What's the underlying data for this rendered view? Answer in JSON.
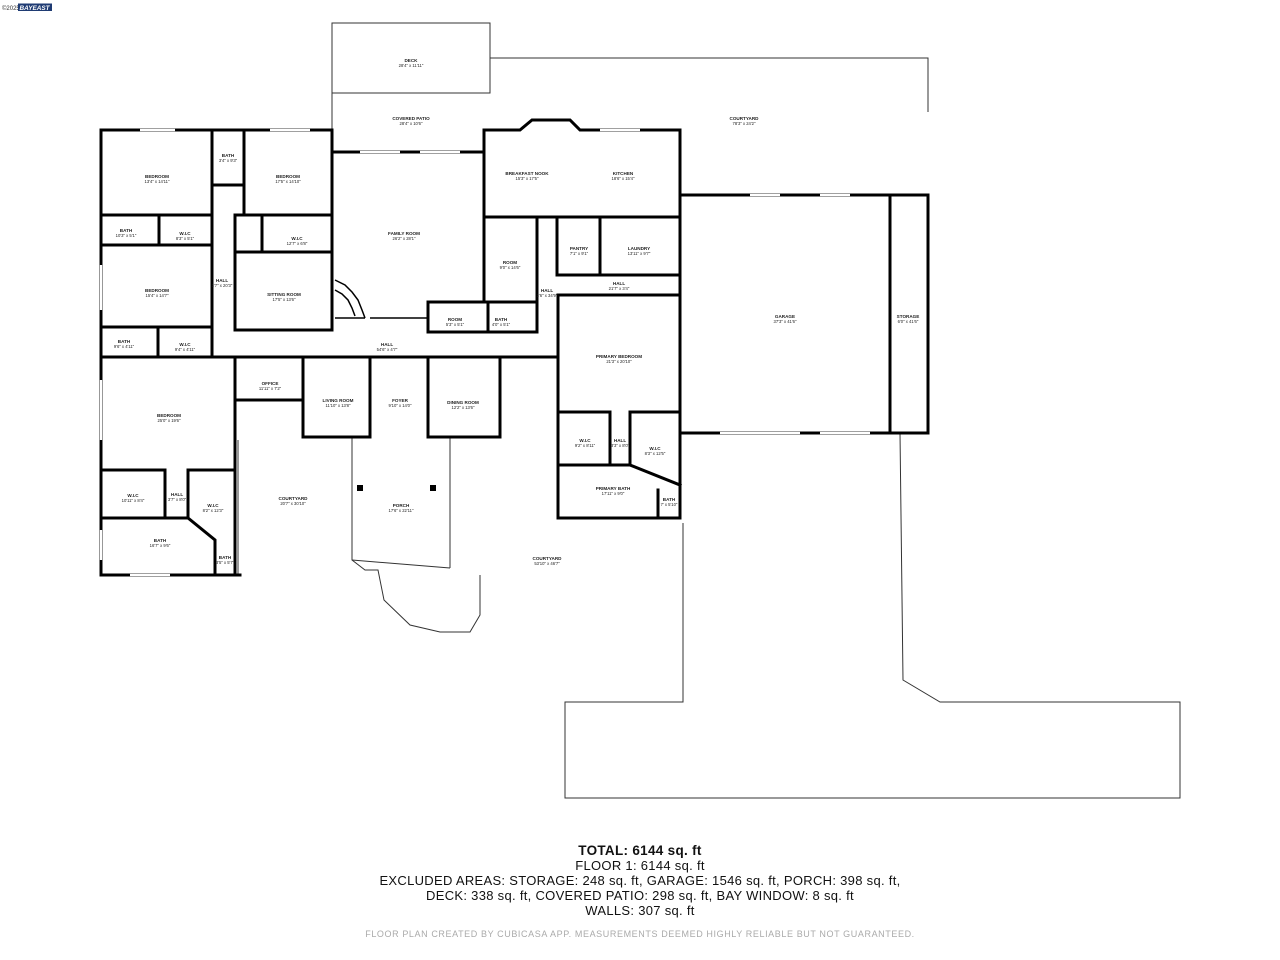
{
  "logo": {
    "copyright_text": "©2025",
    "brand_text": "BAYEAST"
  },
  "rooms": [
    {
      "id": "deck",
      "name": "DECK",
      "dims": "28'4\" x 11'11\""
    },
    {
      "id": "covered-patio",
      "name": "COVERED PATIO",
      "dims": "28'4\" x 10'6\""
    },
    {
      "id": "courtyard-ne",
      "name": "COURTYARD",
      "dims": "78'3\" x 24'2\""
    },
    {
      "id": "bath-1",
      "name": "BATH",
      "dims": "3'4\" x 9'3\""
    },
    {
      "id": "bedroom-1",
      "name": "BEDROOM",
      "dims": "13'4\" x 14'11\""
    },
    {
      "id": "bedroom-2",
      "name": "BEDROOM",
      "dims": "17'5\" x 14'10\""
    },
    {
      "id": "breakfast-nook",
      "name": "BREAKFAST NOOK",
      "dims": "15'3\" x 17'5\""
    },
    {
      "id": "kitchen",
      "name": "KITCHEN",
      "dims": "18'6\" x 15'4\""
    },
    {
      "id": "bath-2",
      "name": "BATH",
      "dims": "10'3\" x 5'1\""
    },
    {
      "id": "wic-1",
      "name": "W.I.C",
      "dims": "8'3\" x 5'1\""
    },
    {
      "id": "wic-2",
      "name": "W.I.C",
      "dims": "12'7\" x 6'8\""
    },
    {
      "id": "family-room",
      "name": "FAMILY ROOM",
      "dims": "26'2\" x 28'1\""
    },
    {
      "id": "pantry",
      "name": "PANTRY",
      "dims": "7'1\" x 9'1\""
    },
    {
      "id": "laundry",
      "name": "LAUNDRY",
      "dims": "13'11\" x 9'7\""
    },
    {
      "id": "room-1",
      "name": "ROOM",
      "dims": "9'0\" x 14'6\""
    },
    {
      "id": "bedroom-3",
      "name": "BEDROOM",
      "dims": "15'4\" x 14'7\""
    },
    {
      "id": "hall-1",
      "name": "HALL",
      "dims": "3'7\" x 20'3\""
    },
    {
      "id": "sitting-room",
      "name": "SITTING ROOM",
      "dims": "17'5\" x 13'6\""
    },
    {
      "id": "hall-2",
      "name": "HALL",
      "dims": "21'7\" x 3'4\""
    },
    {
      "id": "hall-3",
      "name": "HALL",
      "dims": "3'6\" x 34'9\""
    },
    {
      "id": "garage",
      "name": "GARAGE",
      "dims": "37'3\" x 41'6\""
    },
    {
      "id": "storage",
      "name": "STORAGE",
      "dims": "6'0\" x 41'6\""
    },
    {
      "id": "room-2",
      "name": "ROOM",
      "dims": "5'3\" x 5'1\""
    },
    {
      "id": "bath-3",
      "name": "BATH",
      "dims": "4'0\" x 5'1\""
    },
    {
      "id": "bath-4",
      "name": "BATH",
      "dims": "9'6\" x 4'11\""
    },
    {
      "id": "wic-3",
      "name": "W.I.C",
      "dims": "9'4\" x 4'11\""
    },
    {
      "id": "hall-4",
      "name": "HALL",
      "dims": "54'6\" x 4'7\""
    },
    {
      "id": "primary-bedroom",
      "name": "PRIMARY BEDROOM",
      "dims": "21'3\" x 20'10\""
    },
    {
      "id": "office",
      "name": "OFFICE",
      "dims": "11'11\" x 7'2\""
    },
    {
      "id": "living-room",
      "name": "LIVING ROOM",
      "dims": "11'10\" x 13'8\""
    },
    {
      "id": "foyer",
      "name": "FOYER",
      "dims": "9'10\" x 14'0\""
    },
    {
      "id": "dining-room",
      "name": "DINING ROOM",
      "dims": "12'2\" x 13'6\""
    },
    {
      "id": "bedroom-4",
      "name": "BEDROOM",
      "dims": "25'0\" x 19'6\""
    },
    {
      "id": "wic-4",
      "name": "W.I.C",
      "dims": "9'2\" x 8'11\""
    },
    {
      "id": "hall-5",
      "name": "HALL",
      "dims": "3'3\" x 8'0\""
    },
    {
      "id": "wic-5",
      "name": "W.I.C",
      "dims": "8'3\" x 12'5\""
    },
    {
      "id": "primary-bath",
      "name": "PRIMARY BATH",
      "dims": "17'11\" x 9'0\""
    },
    {
      "id": "bath-5",
      "name": "BATH",
      "dims": "7' x 5'10\""
    },
    {
      "id": "courtyard-w",
      "name": "COURTYARD",
      "dims": "20'7\" x 30'10\""
    },
    {
      "id": "porch",
      "name": "PORCH",
      "dims": "17'6\" x 22'11\""
    },
    {
      "id": "wic-6",
      "name": "W.I.C",
      "dims": "10'11\" x 8'4\""
    },
    {
      "id": "hall-6",
      "name": "HALL",
      "dims": "3'7\" x 8'0\""
    },
    {
      "id": "wic-7",
      "name": "W.I.C",
      "dims": "8'2\" x 12'3\""
    },
    {
      "id": "bath-6",
      "name": "BATH",
      "dims": "16'7\" x 9'6\""
    },
    {
      "id": "bath-7",
      "name": "BATH",
      "dims": "3'5\" x 5'7\""
    },
    {
      "id": "courtyard-s",
      "name": "COURTYARD",
      "dims": "53'10\" x 46'7\""
    }
  ],
  "summary": {
    "total": "TOTAL: 6144 sq. ft",
    "floor": "FLOOR 1: 6144 sq. ft",
    "excluded_line1": "EXCLUDED AREAS: STORAGE: 248 sq. ft, GARAGE: 1546 sq. ft, PORCH: 398 sq. ft,",
    "excluded_line2": "DECK: 338 sq. ft, COVERED PATIO: 298 sq. ft, BAY WINDOW: 8 sq. ft",
    "walls": "WALLS: 307 sq. ft"
  },
  "disclaimer": "FLOOR PLAN CREATED BY CUBICASA APP. MEASUREMENTS DEEMED HIGHLY RELIABLE BUT NOT GUARANTEED."
}
